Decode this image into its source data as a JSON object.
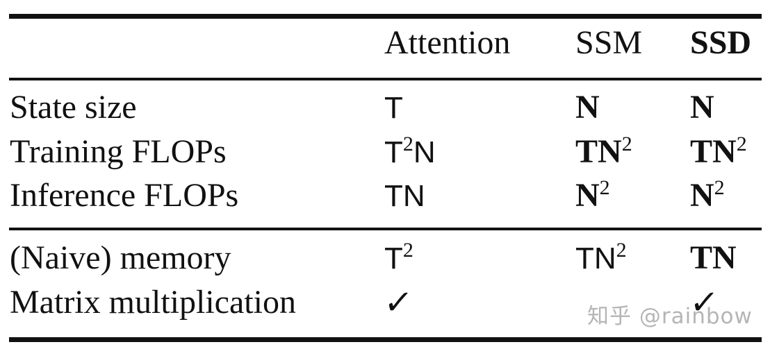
{
  "header": {
    "col_attention": "Attention",
    "col_ssm": "SSM",
    "col_ssd": "SSD"
  },
  "sections": [
    {
      "rows": [
        {
          "label": "State size",
          "attention": {
            "text": "T",
            "style": "sans"
          },
          "ssm": {
            "text": "N",
            "style": "bold"
          },
          "ssd": {
            "text": "N",
            "style": "bold"
          }
        },
        {
          "label": "Training FLOPs",
          "attention": {
            "text": "T^2N",
            "style": "sans"
          },
          "ssm": {
            "text": "TN^2",
            "style": "bold"
          },
          "ssd": {
            "text": "TN^2",
            "style": "bold"
          }
        },
        {
          "label": "Inference FLOPs",
          "attention": {
            "text": "TN",
            "style": "sans"
          },
          "ssm": {
            "text": "N^2",
            "style": "bold"
          },
          "ssd": {
            "text": "N^2",
            "style": "bold"
          }
        }
      ]
    },
    {
      "rows": [
        {
          "label": "(Naive) memory",
          "attention": {
            "text": "T^2",
            "style": "sans"
          },
          "ssm": {
            "text": "TN^2",
            "style": "sans"
          },
          "ssd": {
            "text": "TN",
            "style": "bold"
          }
        },
        {
          "label": "Matrix multiplication",
          "attention": {
            "text": "✓",
            "style": "check"
          },
          "ssm": {
            "text": "",
            "style": "none"
          },
          "ssd": {
            "text": "✓",
            "style": "check"
          }
        }
      ]
    }
  ],
  "watermark": {
    "text": "知乎 @rainbow",
    "color": "#b5b5b5"
  },
  "colors": {
    "text": "#111111",
    "rule": "#111111",
    "background": "#ffffff"
  }
}
